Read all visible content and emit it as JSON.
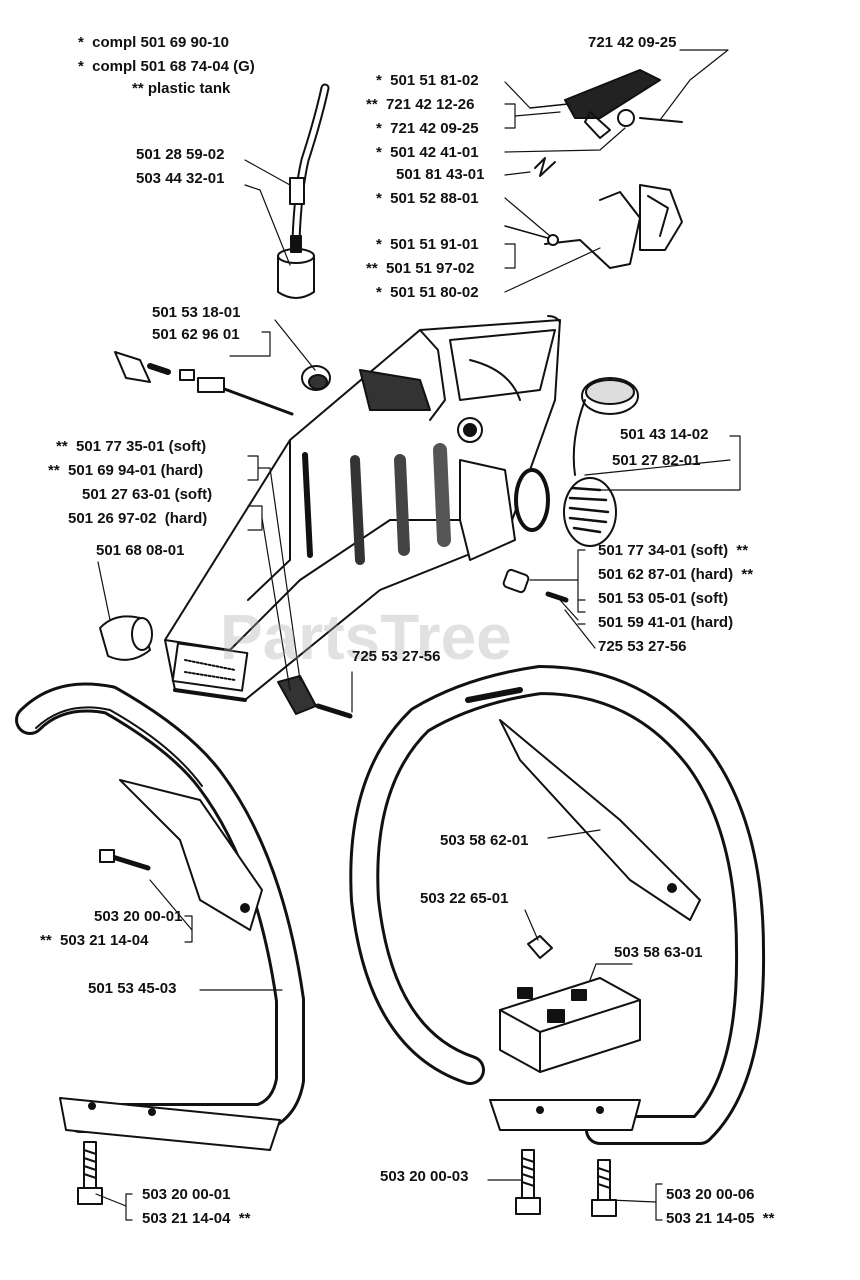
{
  "header_notes": {
    "note1": "*  compl 501 69 90-10",
    "note2": "*  compl 501 68 74-04 (G)",
    "note3": "** plastic tank"
  },
  "watermark": "PartsTree",
  "parts": {
    "p_721420925_top": "721 42 09-25",
    "p_501518102": "*  501 51 81-02",
    "p_721421226": "**  721 42 12-26",
    "p_721420925": "*  721 42 09-25",
    "p_501424101": "*  501 42 41-01",
    "p_501814301": "501 81 43-01",
    "p_501528801": "*  501 52 88-01",
    "p_501519101": "*  501 51 91-01",
    "p_501519702": "**  501 51 97-02",
    "p_501518002": "*  501 51 80-02",
    "p_501285902": "501 28 59-02",
    "p_503443201": "503 44 32-01",
    "p_501531801": "501 53 18-01",
    "p_501629601": "501 62 96 01",
    "p_501773501": "**  501 77 35-01 (soft)",
    "p_501699401": "**  501 69 94-01 (hard)",
    "p_501276301": "501 27 63-01 (soft)",
    "p_501269702": "501 26 97-02  (hard)",
    "p_501680801": "501 68 08-01",
    "p_501431402": "501 43 14-02",
    "p_501278201": "501 27 82-01",
    "p_501773401": "501 77 34-01 (soft)  **",
    "p_501628701": "501 62 87-01 (hard)  **",
    "p_501530501": "501 53 05-01 (soft)",
    "p_501594101": "501 59 41-01 (hard)",
    "p_725532756_r": "725 53 27-56",
    "p_725532756_c": "725 53 27-56",
    "p_503586201": "503 58 62-01",
    "p_503226501": "503 22 65-01",
    "p_503586301": "503 58 63-01",
    "p_503200001_a": "503 20 00-01",
    "p_503211404_a": "**  503 21 14-04",
    "p_501534503": "501 53 45-03",
    "p_503200001_b": "503 20 00-01",
    "p_503211404_b": "503 21 14-04  **",
    "p_503200003": "503 20 00-03",
    "p_503200006": "503 20 00-06",
    "p_503211405": "503 21 14-05  **"
  }
}
